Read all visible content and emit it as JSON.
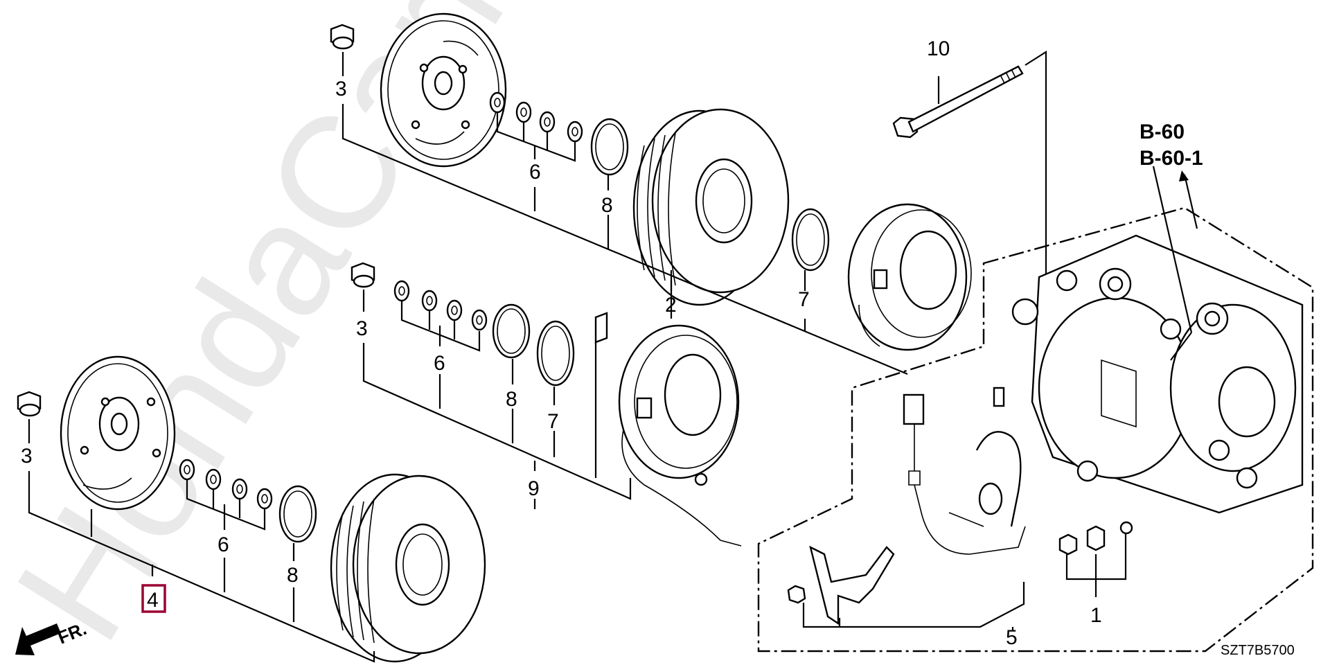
{
  "diagram": {
    "title": "A/C Compressor (Exploded Parts Diagram)",
    "watermark": "HondaCarMine.ru",
    "diagram_code": "SZT7B5700",
    "direction_label": "FR.",
    "reference_labels": [
      "B-60",
      "B-60-1"
    ],
    "highlight_color": "#9b0033",
    "highlighted_part": "4",
    "callouts": {
      "c10": "10",
      "c3_top": "3",
      "c6_top": "6",
      "c8_top": "8",
      "c2": "2",
      "c7_top": "7",
      "c3_mid": "3",
      "c6_mid": "6",
      "c8_mid": "8",
      "c7_mid": "7",
      "c9": "9",
      "c3_low": "3",
      "c6_low": "6",
      "c8_low": "8",
      "c4": "4",
      "c5": "5",
      "c1": "1"
    }
  }
}
